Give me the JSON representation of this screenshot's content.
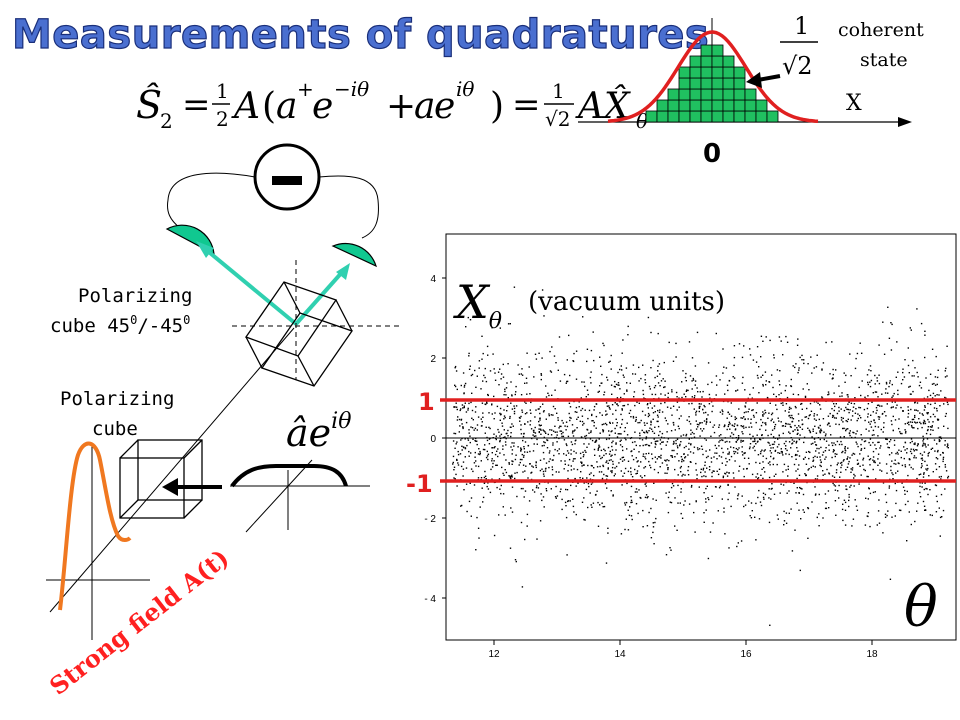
{
  "title": "Measurements of quadratures",
  "equation": {
    "lhs": "Ŝ",
    "lhs_sub": "2",
    "half_num": "1",
    "half_den": "2",
    "A": "A",
    "open": "(",
    "a_plus": "a",
    "a_plus_sup": "+",
    "e1": "e",
    "e1_sup": "−iθ",
    "plus": "+",
    "a2": "a",
    "e2": "e",
    "e2_sup": "iθ",
    "close": ")",
    "eq": "=",
    "rt_num": "1",
    "rt_den": "√2",
    "AX": "AX̂",
    "AX_sub": "θ"
  },
  "gaussian": {
    "label_top": "coherent",
    "label_bottom": "state",
    "frac_num": "1",
    "frac_den": "√2",
    "axis_label": "X",
    "zero_label": "0"
  },
  "setup": {
    "minus_sign": "-",
    "pol_cube_45_line1": "Polarizing",
    "pol_cube_45_line2a": "cube 45",
    "pol_cube_45_sup1": "0",
    "pol_cube_45_line2b": "/-45",
    "pol_cube_45_sup2": "0",
    "pol_cube_line1": "Polarizing",
    "pol_cube_line2": "cube",
    "field_label": "Strong field A(t)",
    "ae_label": "âe",
    "ae_sup": "iθ"
  },
  "scatter": {
    "y_label_X": "X",
    "y_label_sub": "θ",
    "units": "(vacuum units)",
    "theta": "θ",
    "band_top_label": "1",
    "band_bottom_label": "-1",
    "y_ticks": [
      "4",
      "2",
      "0",
      "- 2",
      "- 4"
    ],
    "x_ticks": [
      "12",
      "14",
      "16",
      "18"
    ],
    "colors": {
      "band": "#e02020",
      "points": "#000000"
    }
  },
  "colors": {
    "title_fill": "#4a6fd0",
    "detector": "#10c890",
    "beam": "#30d0b0",
    "field_pulse": "#f07820",
    "gauss": "#e02020",
    "bars": "#20c060"
  }
}
